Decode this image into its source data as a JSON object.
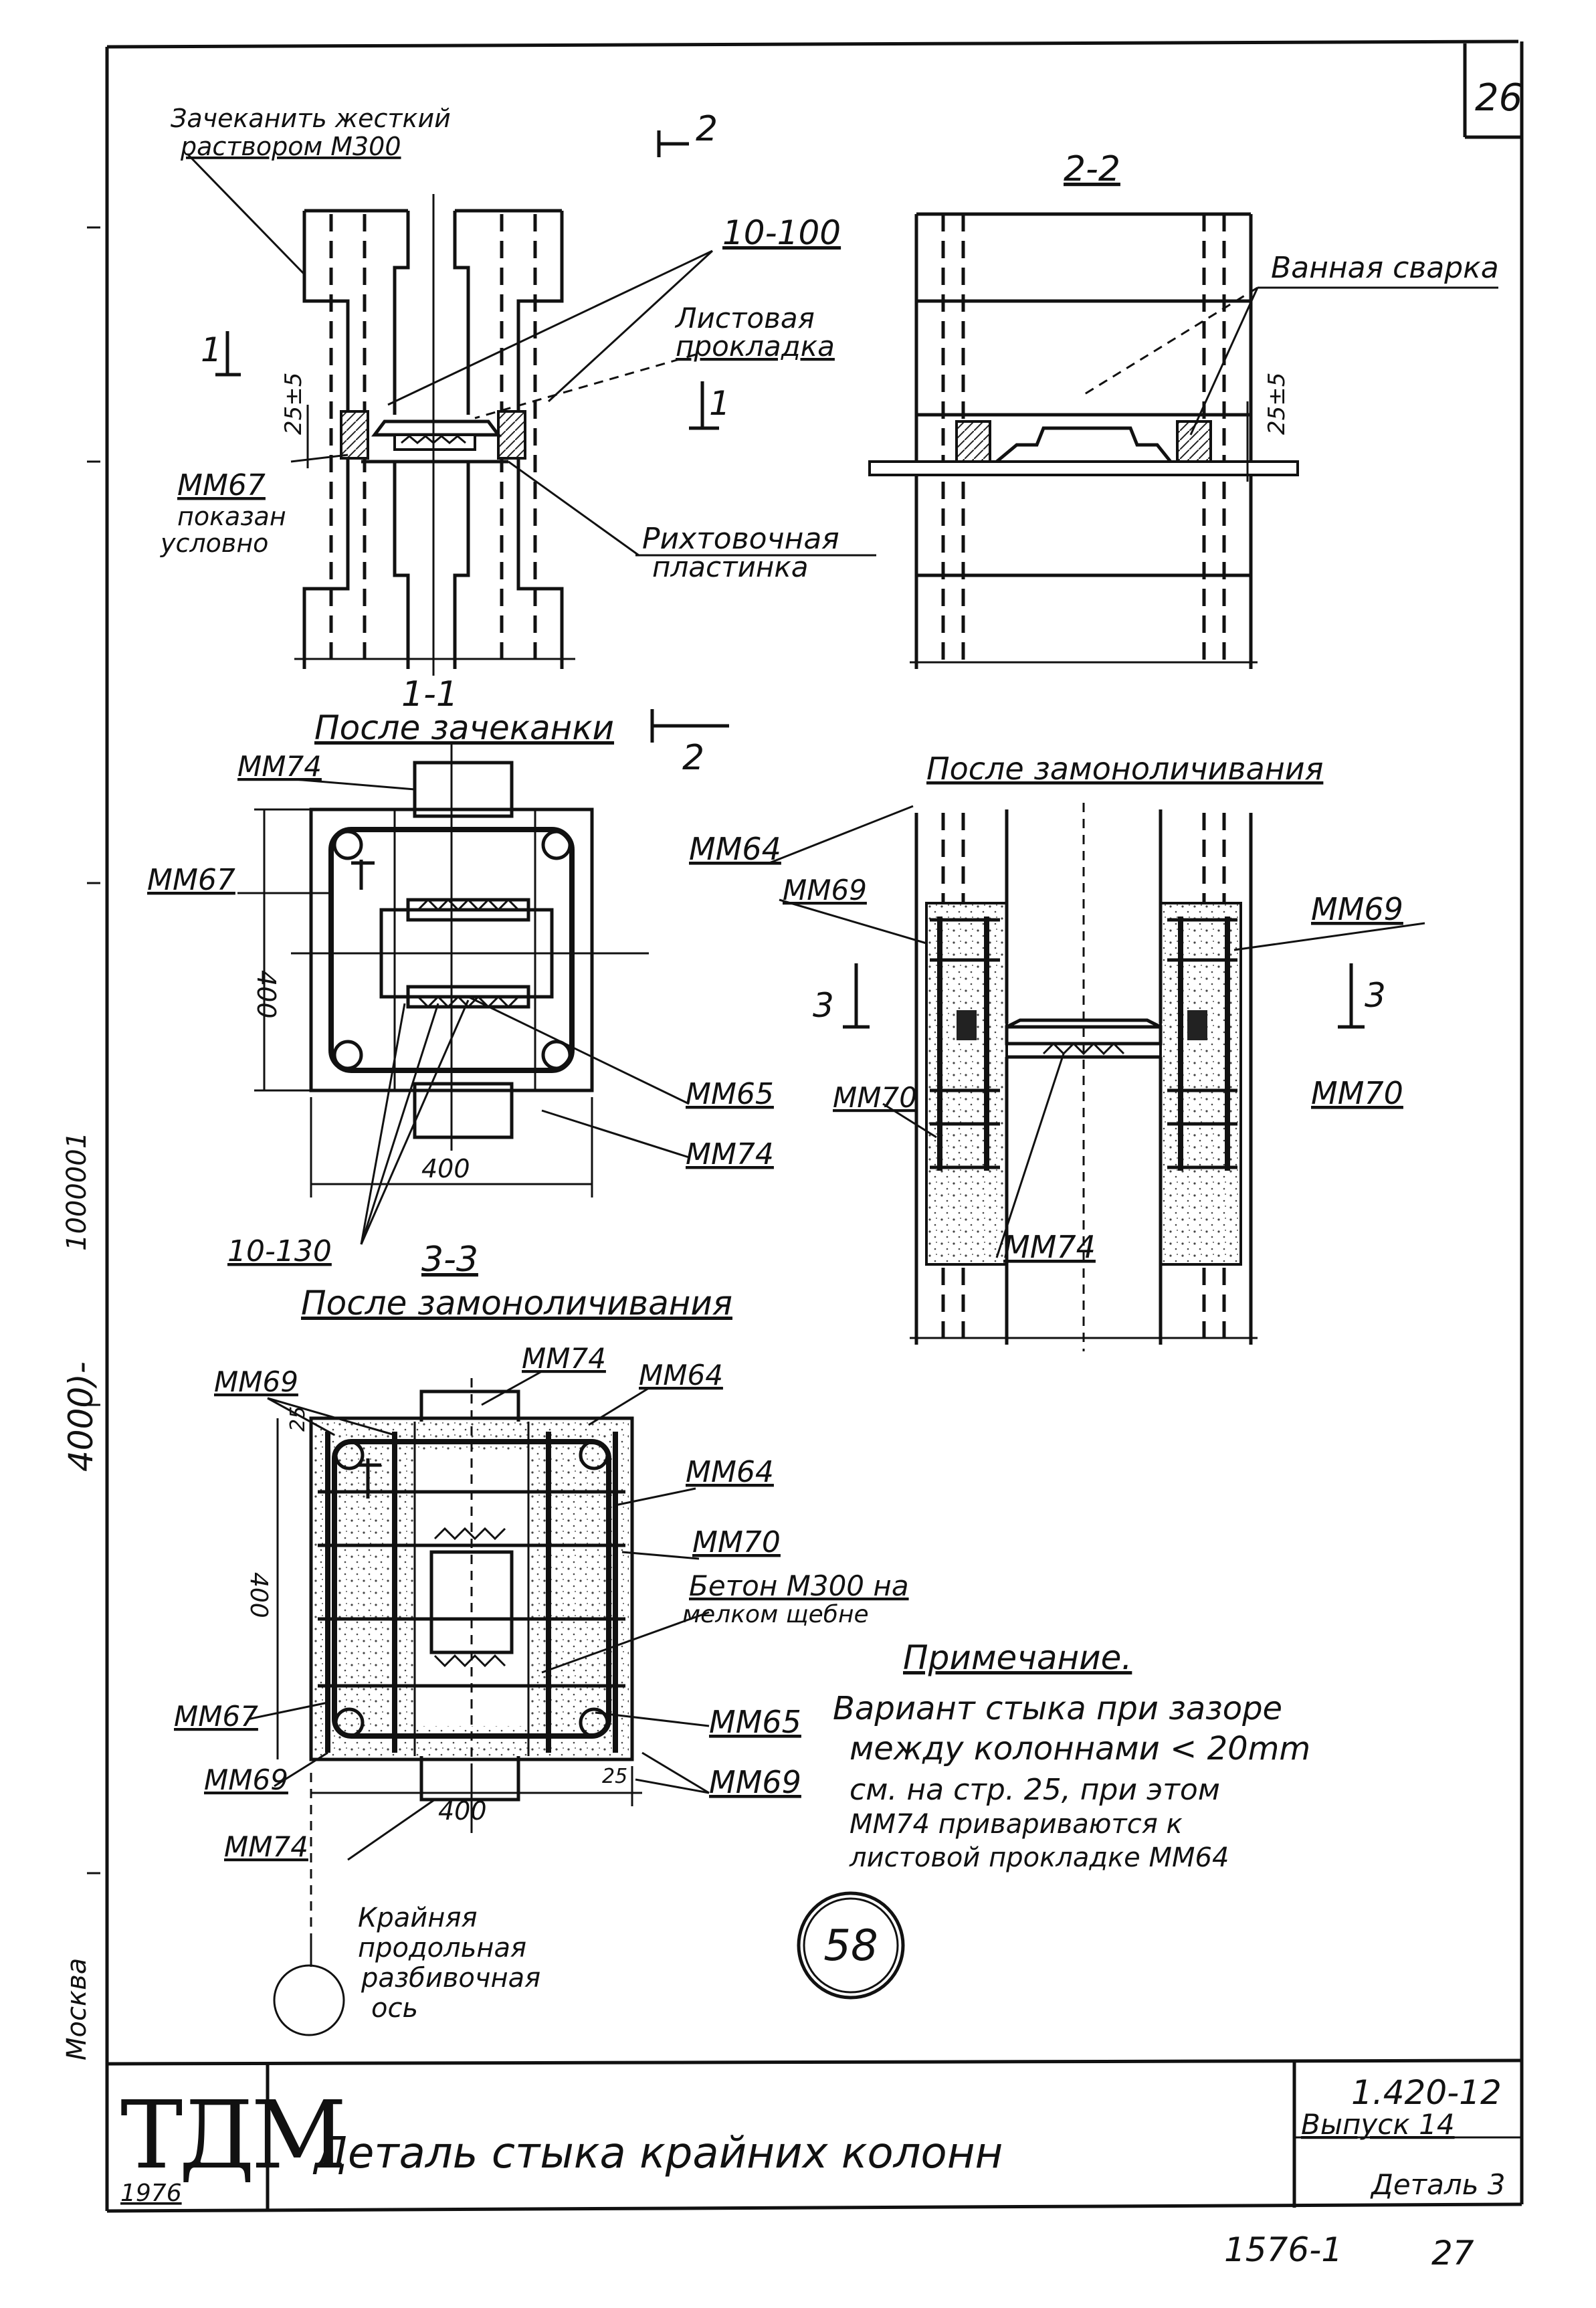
{
  "sheet": {
    "page_number": "26",
    "bottom_right_number": "1576-1",
    "bottom_right_code": "27",
    "circled_number": "58",
    "left_margin_text_1": "Москва",
    "left_margin_text_2": "4000)-",
    "left_margin_text_3": "1000001"
  },
  "title_block": {
    "logo": "ТДМ",
    "year": "1976",
    "title": "Деталь стыка крайних колонн",
    "series": "1.420-12",
    "issue": "Выпуск 14",
    "detail": "Деталь 3"
  },
  "view_1_1": {
    "note_top_line1": "Зачеканить жесткий",
    "note_top_line2": "раствором М300",
    "leader_a": "10-100",
    "leader_b_line1": "Листовая",
    "leader_b_line2": "прокладка",
    "dim_a": "25±5",
    "mark_left_1": "ММ67",
    "mark_left_2": "показан",
    "mark_left_3": "условно",
    "leader_c_line1": "Рихтовочная",
    "leader_c_line2": "пластинка",
    "cut_mark": "2",
    "section_mark": "1",
    "caption": "1-1",
    "subcaption": "После зачеканки",
    "subcaption_mark": "2"
  },
  "view_2_2": {
    "caption": "2-2",
    "leader": "Ванная сварка",
    "dim": "25±5"
  },
  "plan_after_caulking": {
    "mark_top": "ММ74",
    "mark_left": "ММ67",
    "dim_vertical": "400",
    "dim_horizontal": "400",
    "mark_right_1": "ММ65",
    "mark_right_2": "ММ74",
    "mark_bottom": "10-130"
  },
  "elevation_after_monolith": {
    "caption": "После замоноличивания",
    "mark_1": "ММ64",
    "mark_2": "ММ69",
    "mark_3": "ММ69",
    "mark_4": "ММ70",
    "mark_5": "ММ70",
    "mark_6": "ММ74",
    "section_mark": "3"
  },
  "view_3_3": {
    "caption": "3-3",
    "subcaption": "После замоноличивания",
    "mark_tl": "ММ69",
    "mark_top": "ММ74",
    "mark_tr": "ММ64",
    "dim_small": "25",
    "mark_r1": "ММ64",
    "mark_r2": "ММ70",
    "note_line1": "Бетон М300 на",
    "note_line2": "мелком щебне",
    "dim_vertical": "400",
    "mark_left": "ММ67",
    "mark_r3": "ММ65",
    "mark_bl": "ММ69",
    "dim_horizontal": "400",
    "dim_small_2": "25",
    "mark_br": "ММ69",
    "mark_bottom": "ММ74",
    "axis_line1": "Крайняя",
    "axis_line2": "продольная",
    "axis_line3": "разбивочная",
    "axis_line4": "ось"
  },
  "note": {
    "heading": "Примечание.",
    "line1": "Вариант стыка при зазоре",
    "line2": "между колоннами < 20mm",
    "line3": "см. на стр. 25, при этом",
    "line4": "ММ74 привариваются к",
    "line5": "листовой прокладке ММ64"
  }
}
